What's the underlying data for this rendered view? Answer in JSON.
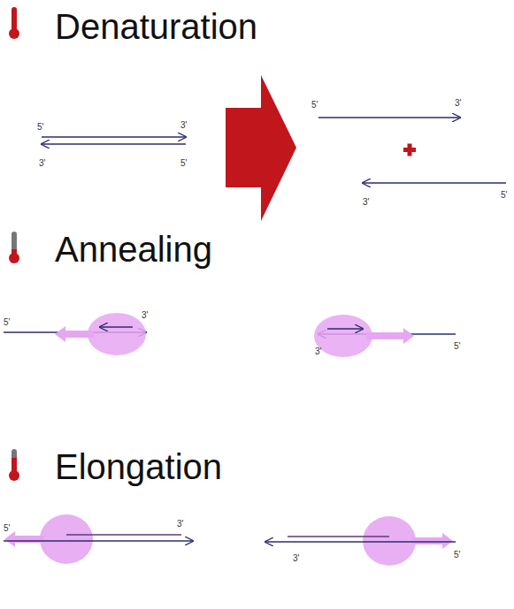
{
  "diagram": {
    "labels": [
      "Denaturation",
      "5'",
      "3'",
      "3'",
      "5'",
      "5'",
      "3'",
      "3'",
      "5'",
      "Annealing",
      "5'",
      "3'",
      "3'",
      "5'",
      "Elongation",
      "5'",
      "3'",
      "3'",
      "5'"
    ]
  }
}
